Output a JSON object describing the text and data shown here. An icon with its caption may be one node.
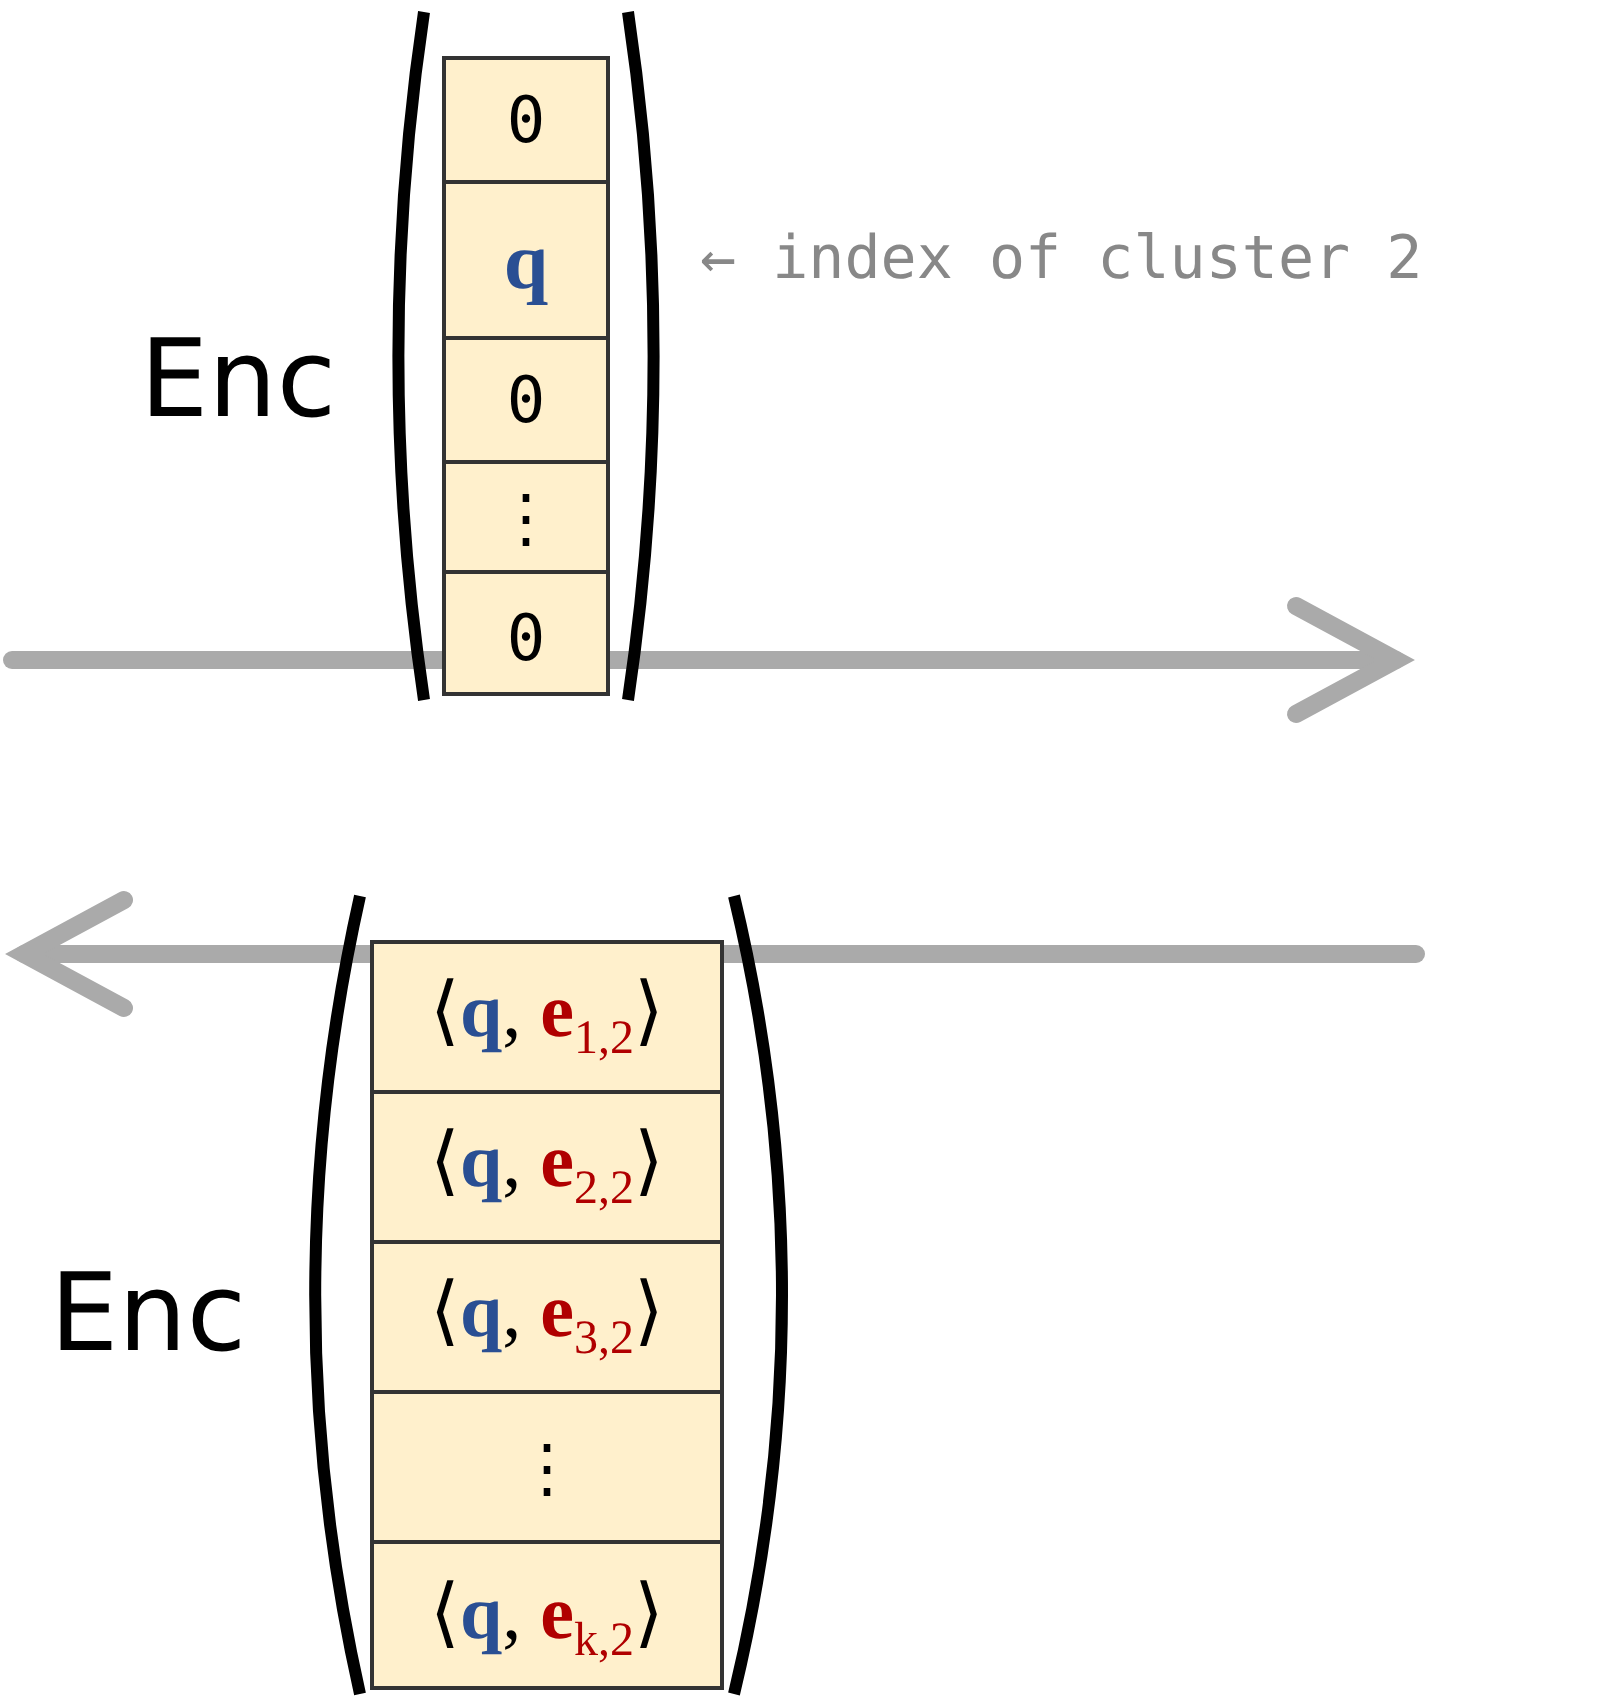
{
  "diagram": {
    "nodes": [
      {
        "text": [],
        "shape": "box"
      },
      {
        "text": [
          "0"
        ],
        "in": 0
      },
      {
        "text": [
          "q"
        ],
        "in": 0
      },
      {
        "text": [
          "0"
        ],
        "in": 0
      },
      {
        "text": [
          "⋮"
        ],
        "in": 0
      },
      {
        "text": [
          "0"
        ],
        "in": 0
      },
      {
        "text": [],
        "shape": "box"
      },
      {
        "text": [
          "⟨**q**, **e**$_{1,2}$⟩"
        ],
        "in": 6
      },
      {
        "text": [
          "⟨**q**, **e**$_{2,2}$⟩"
        ],
        "in": 6
      },
      {
        "text": [
          "⟨**q**, **e**$_{3,2}$⟩"
        ],
        "in": 6
      },
      {
        "text": [
          "⋮"
        ],
        "in": 6
      },
      {
        "text": [
          "⟨**q**, **e**$_{k,2}$⟩"
        ],
        "in": 6
      }
    ],
    "labels": [
      "← index of cluster 2",
      "Enc",
      "Enc"
    ]
  }
}
